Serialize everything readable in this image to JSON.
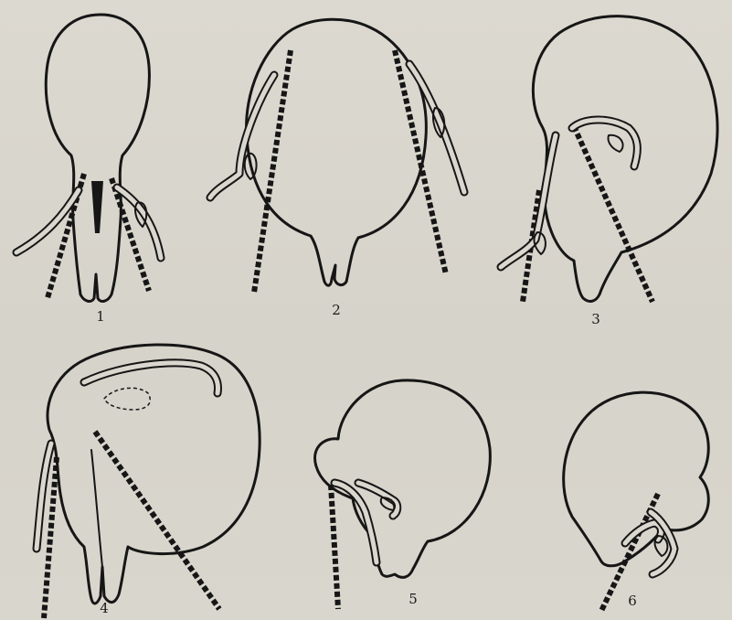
{
  "figures": [
    {
      "label": "1"
    },
    {
      "label": "2"
    },
    {
      "label": "3"
    },
    {
      "label": "4"
    },
    {
      "label": "5"
    },
    {
      "label": "6"
    }
  ]
}
